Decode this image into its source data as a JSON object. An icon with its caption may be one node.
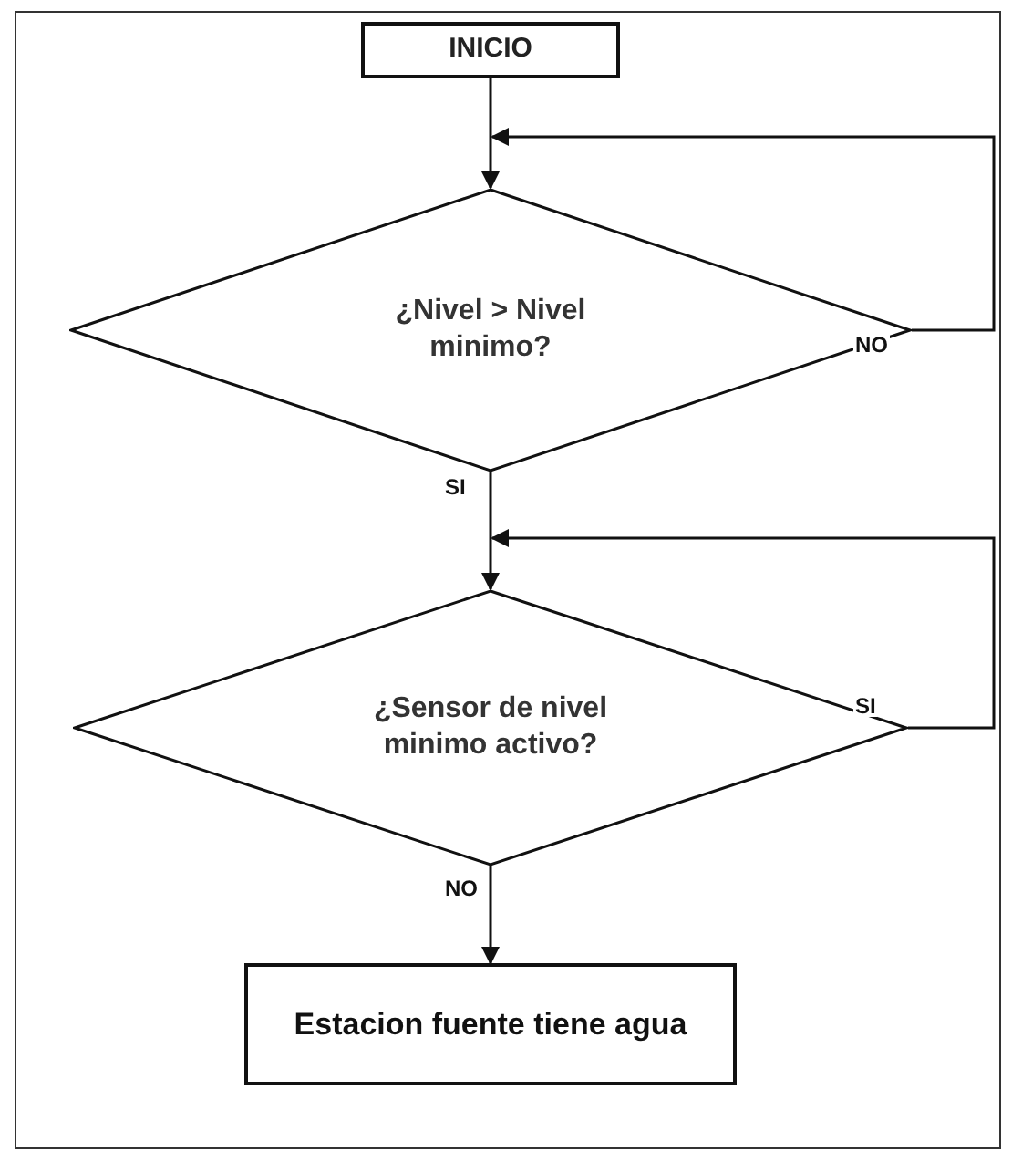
{
  "diagram": {
    "nodes": [
      {
        "text": [
          "INICIO"
        ]
      },
      {
        "text": [
          "¿Nivel > Nivel minimo?"
        ]
      },
      {
        "text": [
          "¿Sensor de nivel minimo activo?"
        ]
      },
      {
        "text": [
          "Estacion fuente tiene agua"
        ]
      }
    ],
    "edges": [
      {
        "from": 0,
        "to": 1,
        "arrow": "to"
      },
      {
        "from": 1,
        "to": 1,
        "arrow": "to",
        "label": "NO"
      },
      {
        "from": 1,
        "to": 2,
        "arrow": "to",
        "label": "SI"
      },
      {
        "from": 2,
        "to": 2,
        "arrow": "to",
        "label": "SI"
      },
      {
        "from": 2,
        "to": 3,
        "arrow": "to",
        "label": "NO"
      }
    ]
  }
}
